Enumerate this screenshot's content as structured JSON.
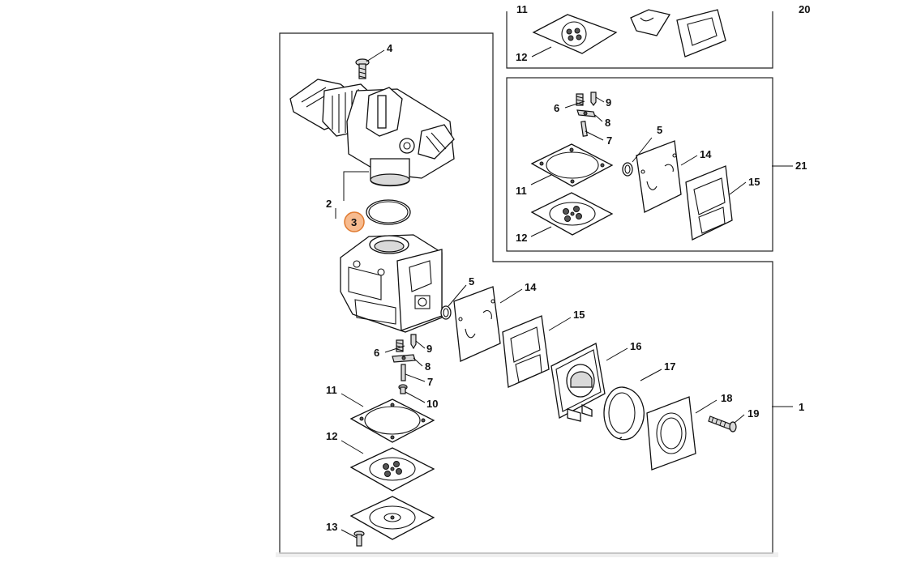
{
  "diagram": {
    "callouts": {
      "c1": "1",
      "c2": "2",
      "c3": "3",
      "c4": "4",
      "c5": "5",
      "c6": "6",
      "c7": "7",
      "c8": "8",
      "c9": "9",
      "c10": "10",
      "c11": "11",
      "c12": "12",
      "c13": "13",
      "c14": "14",
      "c15": "15",
      "c16": "16",
      "c17": "17",
      "c18": "18",
      "c19": "19",
      "c21": "21",
      "c21_topcut": "20",
      "c11_topcut": "11",
      "k5": "5",
      "k6": "6",
      "k7": "7",
      "k8": "8",
      "k9": "9",
      "k11": "11",
      "k12": "12",
      "k14": "14",
      "k15": "15",
      "t12": "12"
    },
    "highlight": {
      "part": "3",
      "color": "#f4a46a",
      "stroke": "#e07a30"
    }
  }
}
